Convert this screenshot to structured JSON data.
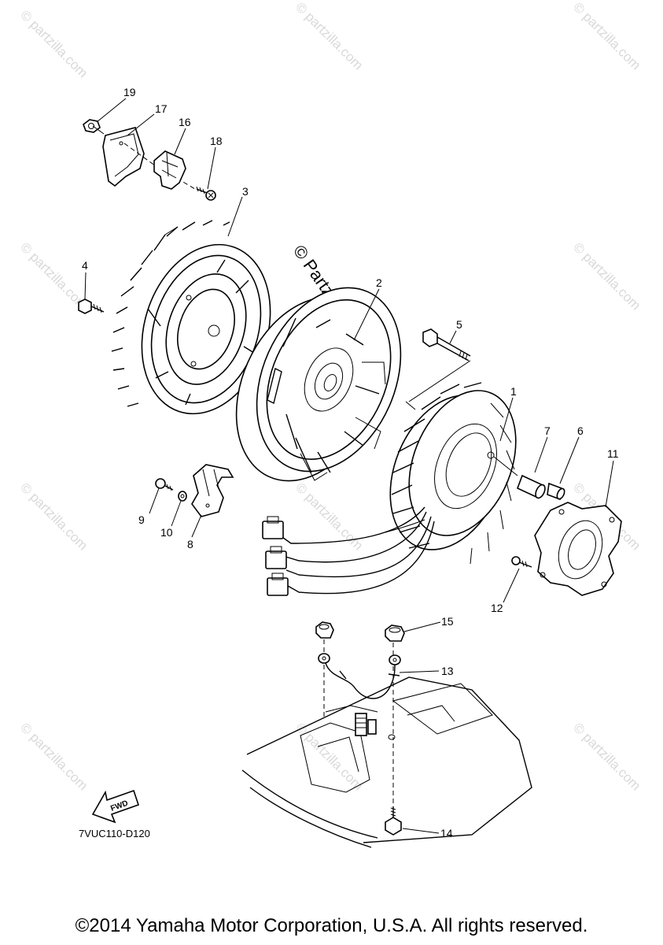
{
  "watermark": {
    "text": "© partzilla.com",
    "center_text": "© Partzilla.com"
  },
  "callouts": {
    "p1": "1",
    "p2": "2",
    "p3": "3",
    "p4": "4",
    "p5": "5",
    "p6": "6",
    "p7": "7",
    "p8": "8",
    "p9": "9",
    "p10": "10",
    "p11": "11",
    "p12": "12",
    "p13": "13",
    "p14": "14",
    "p15": "15",
    "p16": "16",
    "p17": "17",
    "p18": "18",
    "p19": "19"
  },
  "fwd_label": "FWD",
  "diagram_code": "7VUC110-D120",
  "copyright": "©2014 Yamaha Motor Corporation, U.S.A. All rights reserved."
}
